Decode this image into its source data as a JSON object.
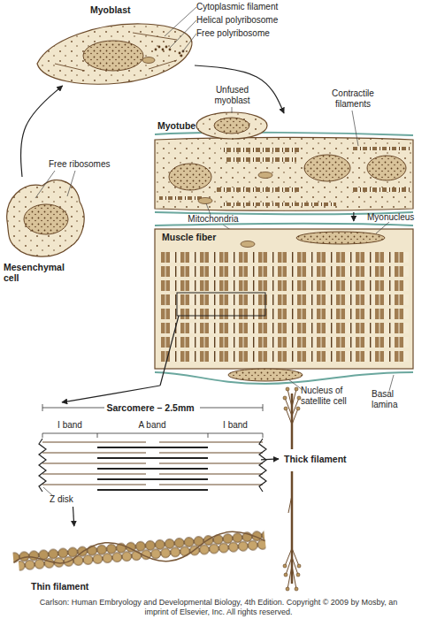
{
  "diagram": {
    "caption": "Carlson: Human Embryology and Developmental Biology, 4th Edition. Copyright © 2009 by Mosby, an imprint of Elsevier, Inc. All rights reserved.",
    "nodes": [
      {
        "text": [
          "Myoblast"
        ]
      },
      {
        "text": [
          "Myotube"
        ]
      },
      {
        "text": [
          "Mesenchymal cell"
        ]
      },
      {
        "text": [
          "Muscle fiber"
        ]
      },
      {
        "text": [
          "Sarcomere – 2.5mm"
        ]
      },
      {
        "text": [
          "Thick filament"
        ]
      },
      {
        "text": [
          "Thin filament"
        ]
      }
    ],
    "edges": [
      {
        "from": 2,
        "to": 0,
        "arrow": "to"
      },
      {
        "from": 0,
        "to": 1,
        "arrow": "to"
      },
      {
        "from": 1,
        "to": 3,
        "arrow": "to"
      },
      {
        "from": 3,
        "to": 4,
        "arrow": "to"
      },
      {
        "from": 4,
        "to": 5,
        "arrow": "to"
      },
      {
        "from": 4,
        "to": 6,
        "arrow": "to"
      }
    ],
    "labels": [
      "Cytoplasmic filament",
      "Helical polyribosome",
      "Free polyribosome",
      "Free ribosomes",
      "Unfused myoblast",
      "Contractile filaments",
      "Mitochondria",
      "Myonucleus",
      "Nucleus of satellite cell",
      "Basal lamina",
      "I band",
      "A band",
      "I band",
      "Z disk"
    ]
  }
}
